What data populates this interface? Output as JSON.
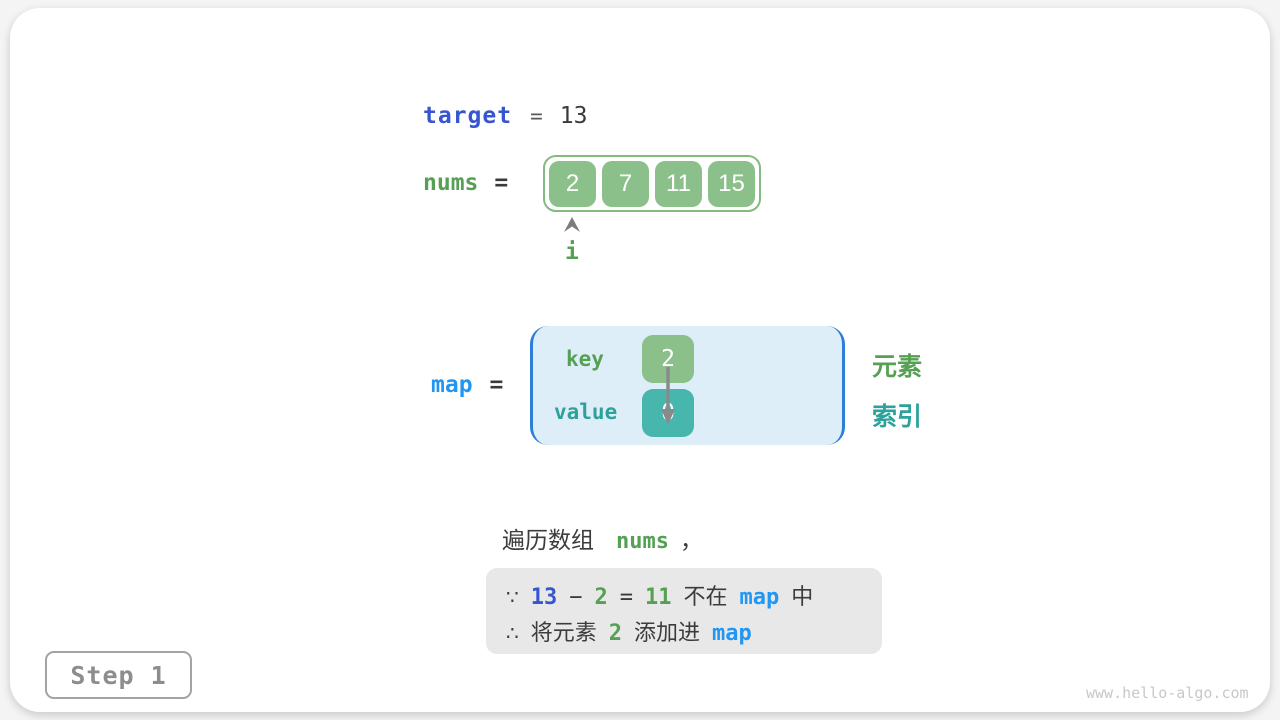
{
  "colors": {
    "green_fill": "#8cc08a",
    "teal_fill": "#47b7ae",
    "green_text": "#56a054",
    "teal_text": "#2ca29a",
    "royal_blue": "#3556cf",
    "bright_blue": "#2196f3",
    "dark_text": "#3a3a3a",
    "map_box_bg": "#ddeef9",
    "map_bracket_blue": "#2b7fd9",
    "note_box_bg": "#e8e8e8"
  },
  "icons": {
    "pointer": "caret-up-icon",
    "map_arrow": "arrow-down-icon"
  },
  "target_line": {
    "variable": "target",
    "equals": "=",
    "value": "13"
  },
  "nums_line": {
    "variable": "nums",
    "equals": "=",
    "cells": [
      "2",
      "7",
      "11",
      "15"
    ],
    "pointer_label": "i"
  },
  "map_section": {
    "variable": "map",
    "equals": "=",
    "key_label": "key",
    "key_value": "2",
    "value_label": "value",
    "value_value": "0",
    "element_label": "元素",
    "index_label": "索引"
  },
  "caption": {
    "prefix": "遍历数组",
    "code": "nums",
    "comma": "，"
  },
  "note": {
    "line1": {
      "because": "∵",
      "minuend": "13",
      "minus": "−",
      "subtrahend": "2",
      "equals": "=",
      "difference": "11",
      "text_not_in": "不在",
      "map": "map",
      "text_in": "中"
    },
    "line2": {
      "therefore": "∴",
      "text_add1": "将元素",
      "value": "2",
      "text_add2": "添加进",
      "map": "map"
    }
  },
  "footer": {
    "step_label": "Step 1",
    "website": "www.hello-algo.com"
  }
}
